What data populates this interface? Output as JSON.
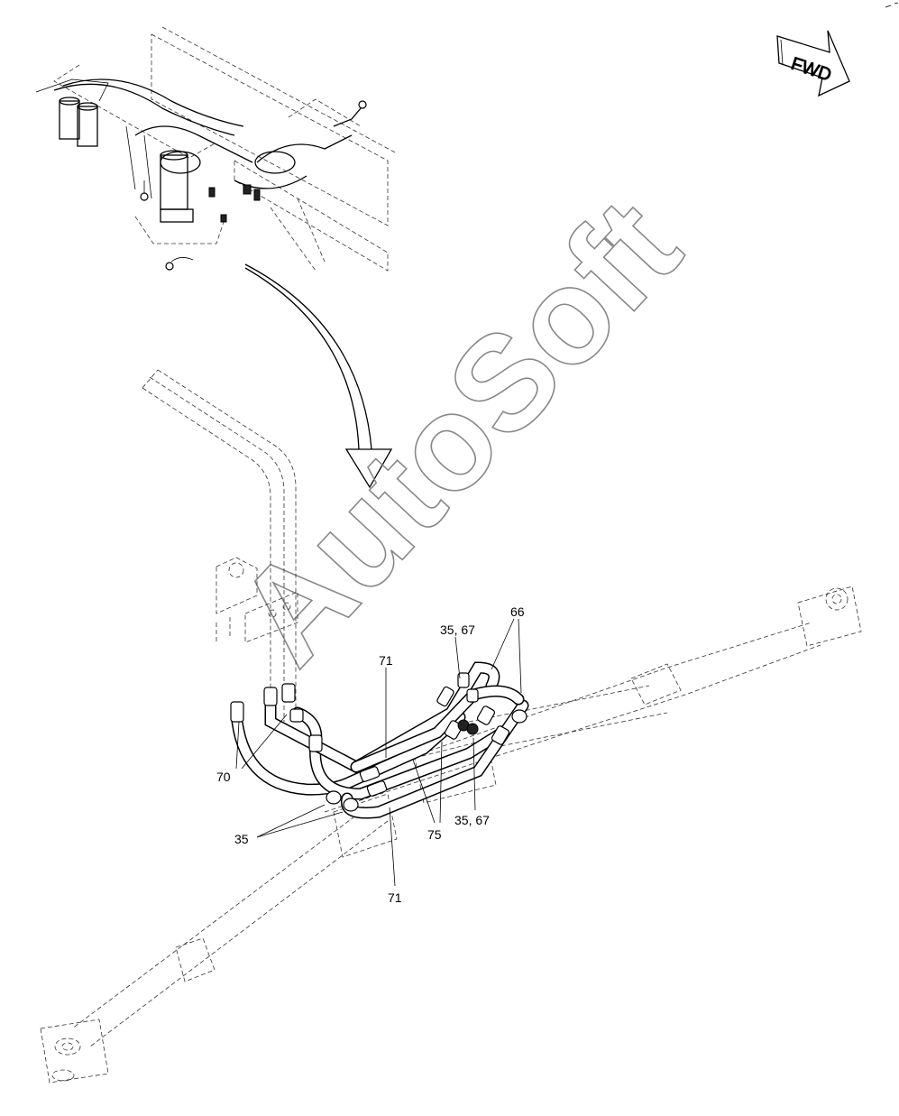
{
  "orientation": {
    "label": "FWD",
    "icon": "fwd-arrow-icon"
  },
  "watermark": "AutoSoft",
  "callouts": [
    {
      "id": "c35-67-top",
      "text": "35, 67"
    },
    {
      "id": "c66",
      "text": "66"
    },
    {
      "id": "c71-top",
      "text": "71"
    },
    {
      "id": "c70",
      "text": "70"
    },
    {
      "id": "c35",
      "text": "35"
    },
    {
      "id": "c75",
      "text": "75"
    },
    {
      "id": "c35-67-bottom",
      "text": "35, 67"
    },
    {
      "id": "c71-bottom",
      "text": "71"
    }
  ],
  "colors": {
    "line": "#000000",
    "hidden_line": "#333333",
    "watermark": "#888888",
    "background": "#ffffff"
  }
}
